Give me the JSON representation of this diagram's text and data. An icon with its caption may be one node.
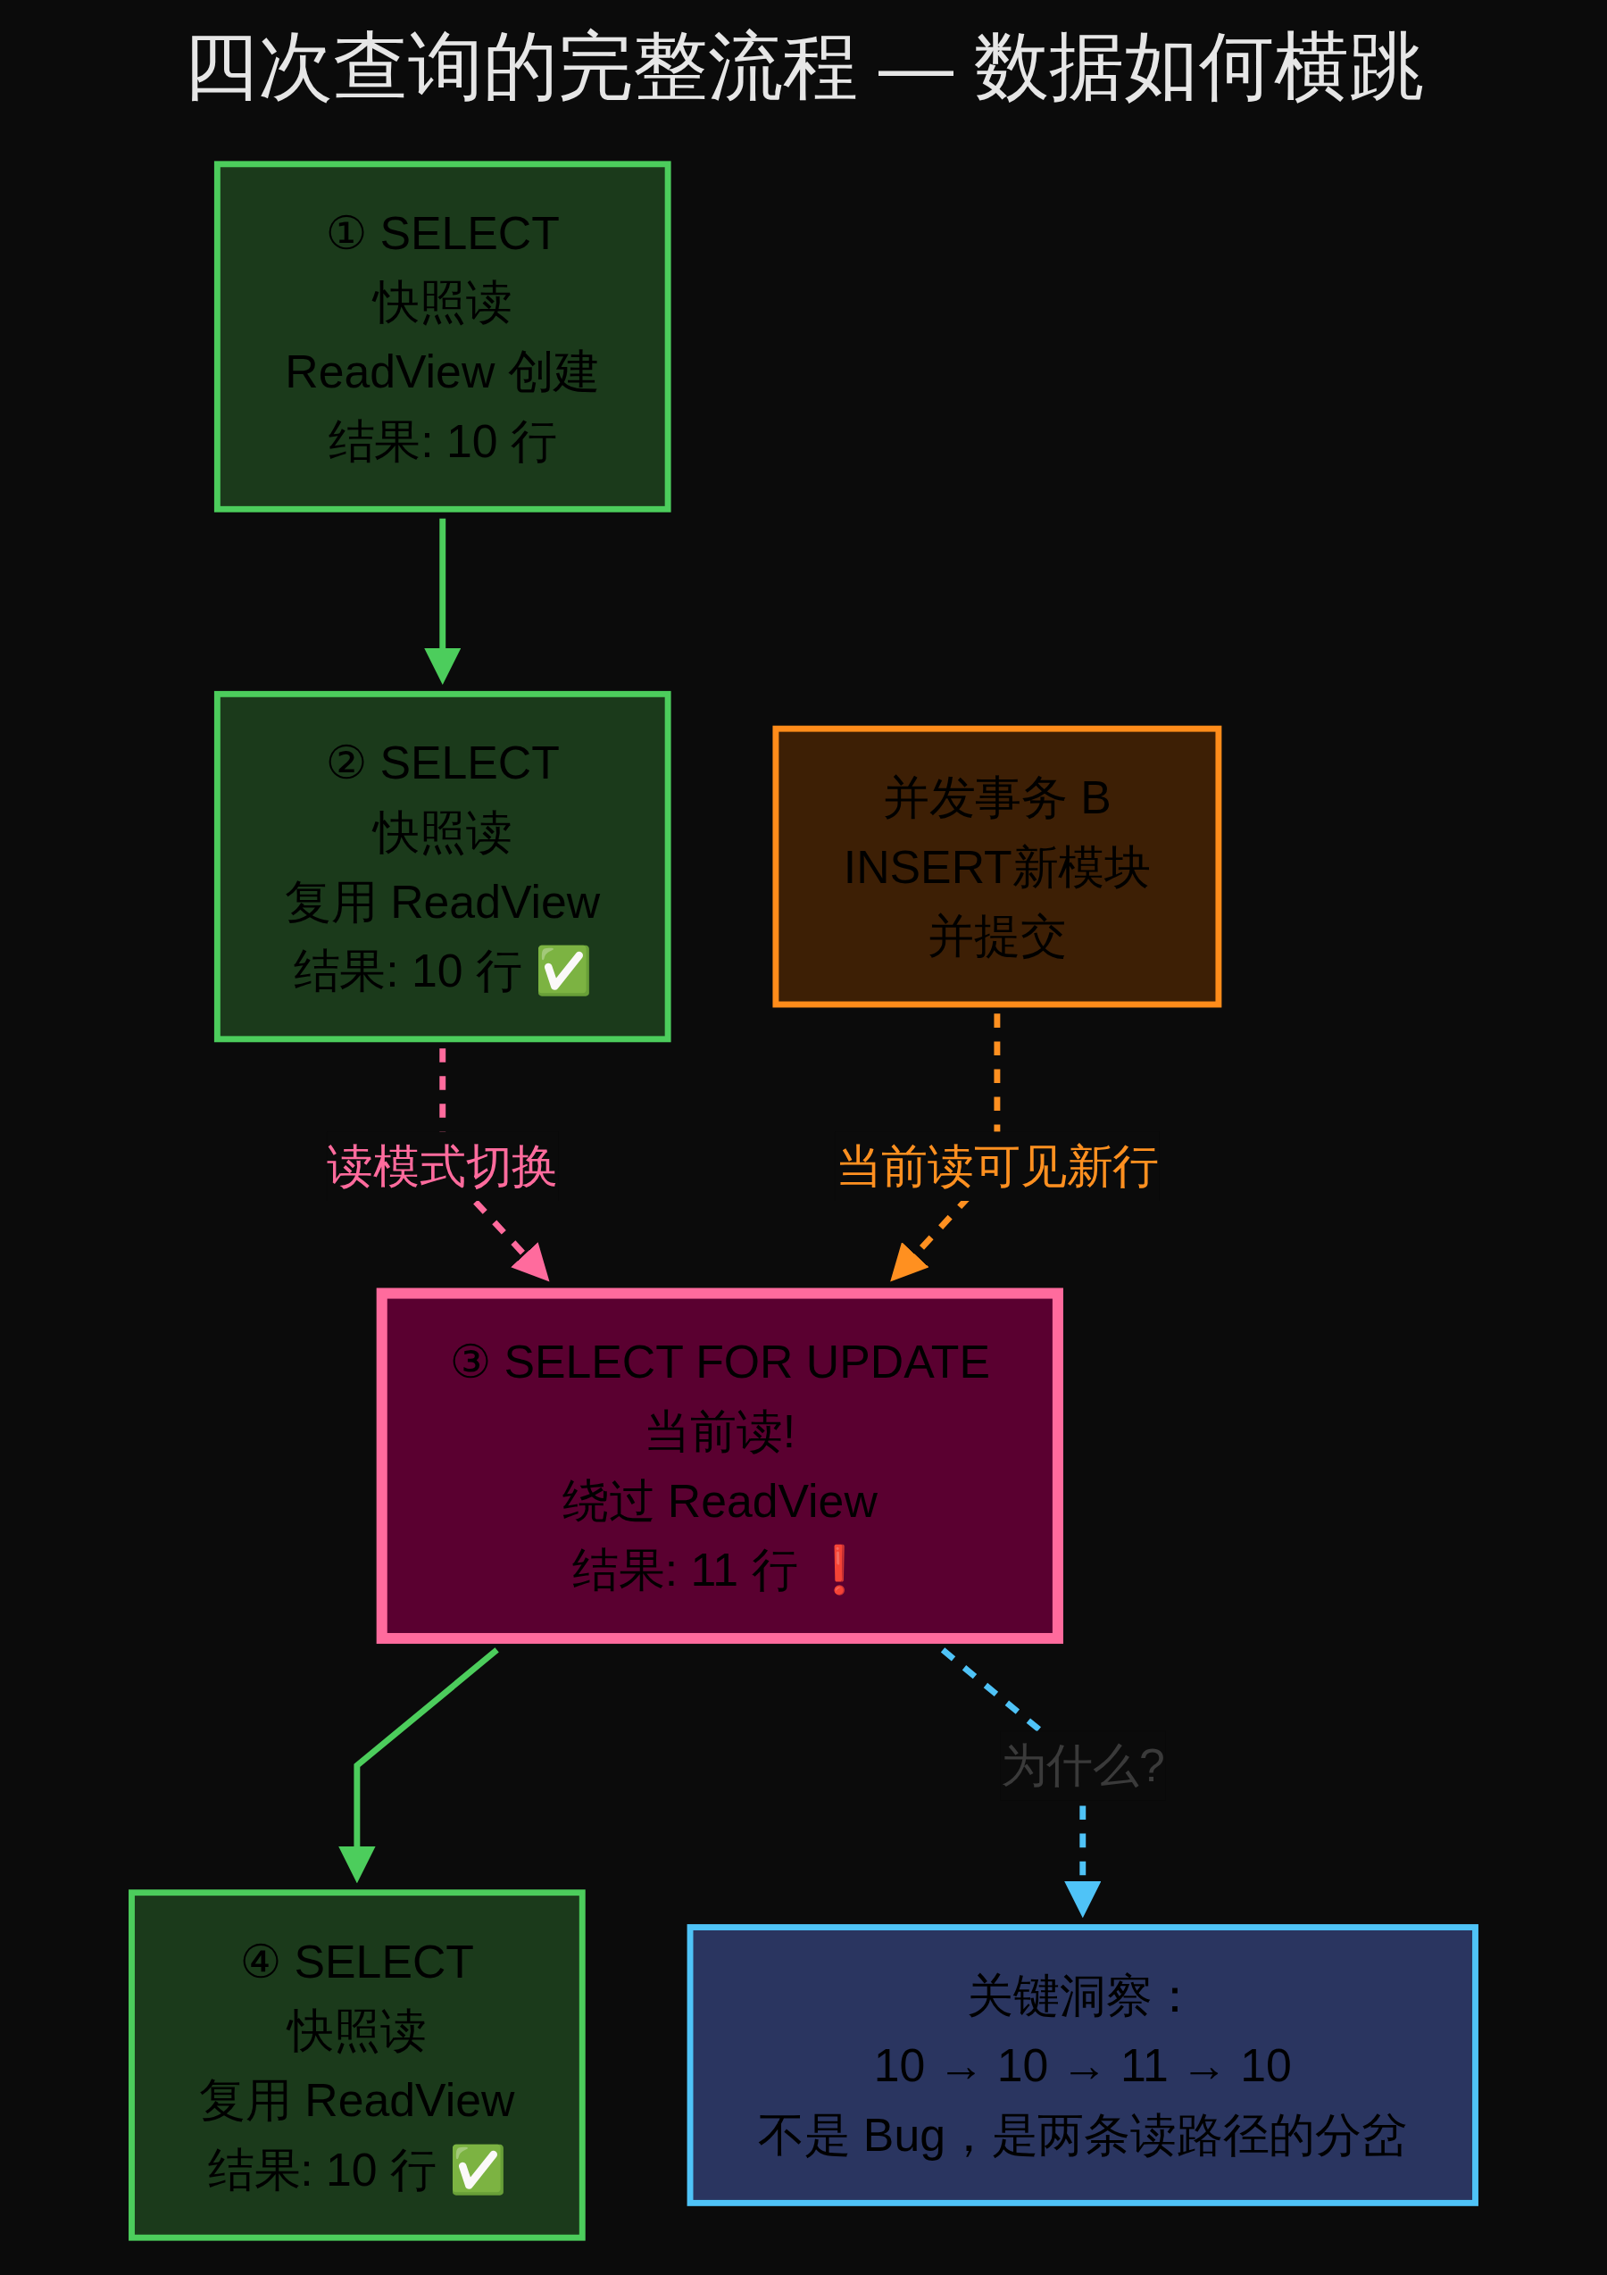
{
  "diagram": {
    "title": "四次查询的完整流程 — 数据如何横跳",
    "nodes": [
      {
        "text": [
          "① SELECT",
          "快照读",
          "ReadView 创建",
          "结果: 10 行"
        ]
      },
      {
        "text": [
          "② SELECT",
          "快照读",
          "复用 ReadView",
          "结果: 10 行 ✅"
        ]
      },
      {
        "text": [
          "并发事务 B",
          "INSERT新模块",
          "并提交"
        ]
      },
      {
        "text": [
          "③ SELECT FOR UPDATE",
          "当前读!",
          "绕过 ReadView",
          "结果: 11 行 ❗"
        ]
      },
      {
        "text": [
          "④ SELECT",
          "快照读",
          "复用 ReadView",
          "结果: 10 行 ✅"
        ]
      },
      {
        "text": [
          "关键洞察：",
          "10 → 10 → 11 → 10",
          "不是 Bug，是两条读路径的分岔"
        ]
      }
    ],
    "edges": [
      {
        "from": 0,
        "to": 1,
        "arrow": "to",
        "color": "#4ccd5c"
      },
      {
        "from": 1,
        "to": 3,
        "arrow": "to",
        "label": "读模式切换",
        "style": "dashed",
        "color": "#ff6b9d"
      },
      {
        "from": 2,
        "to": 3,
        "arrow": "to",
        "label": "当前读可见新行",
        "style": "dashed",
        "color": "#ff9020"
      },
      {
        "from": 3,
        "to": 4,
        "arrow": "to",
        "color": "#4ccd5c"
      },
      {
        "from": 3,
        "to": 5,
        "arrow": "to",
        "label": "为什么?",
        "style": "dashed",
        "color": "#4fc3f7"
      }
    ]
  }
}
